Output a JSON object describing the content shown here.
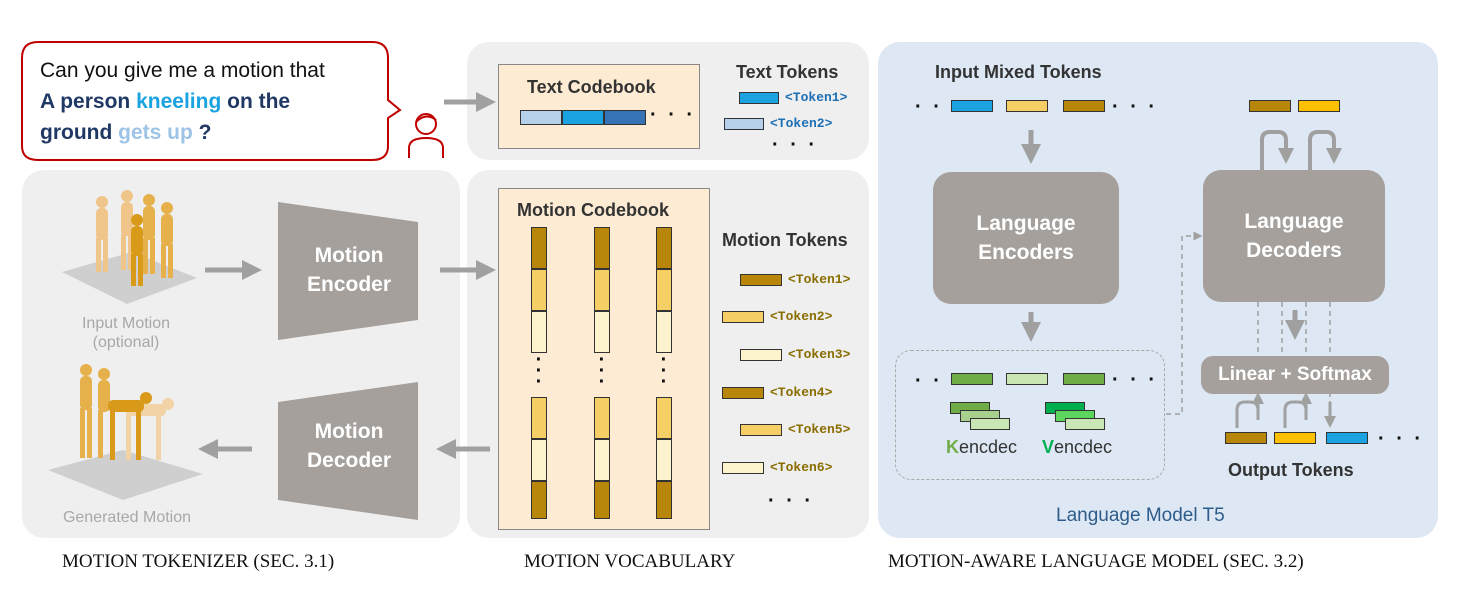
{
  "prompt": {
    "line1": "Can you give me a motion that",
    "line2a": "A person ",
    "line2b": "kneeling",
    "line2c": " on the",
    "line3a": "ground ",
    "line3b": "gets up",
    "line3c": " ?"
  },
  "text_codebook": {
    "title": "Text Codebook",
    "tokens_title": "Text Tokens",
    "tokens": [
      "<Token1>",
      "<Token2>"
    ],
    "ellipsis": "· · ·"
  },
  "tokenizer": {
    "input_label_1": "Input Motion",
    "input_label_2": "(optional)",
    "encoder_1": "Motion",
    "encoder_2": "Encoder",
    "decoder_1": "Motion",
    "decoder_2": "Decoder",
    "generated_label": "Generated Motion"
  },
  "vocabulary": {
    "codebook_title": "Motion Codebook",
    "tokens_title": "Motion Tokens",
    "tokens": [
      "<Token1>",
      "<Token2>",
      "<Token3>",
      "<Token4>",
      "<Token5>",
      "<Token6>"
    ],
    "ellipsis": "· · ·"
  },
  "language_model": {
    "input_title": "Input Mixed Tokens",
    "encoders_1": "Language",
    "encoders_2": "Encoders",
    "decoders_1": "Language",
    "decoders_2": "Decoders",
    "linear_softmax": "Linear + Softmax",
    "k_letter": "K",
    "k_rest": "encdec",
    "v_letter": "V",
    "v_rest": "encdec",
    "output_title": "Output Tokens",
    "model_name": "Language Model T5"
  },
  "captions": {
    "tokenizer": "MOTION TOKENIZER (SEC. 3.1)",
    "vocabulary": "MOTION VOCABULARY",
    "language_model": "MOTION-AWARE LANGUAGE MODEL (SEC. 3.2)"
  },
  "colors": {
    "prompt_border": "#c00000",
    "kneeling": "#1aa3e0",
    "gets_up": "#9dc3e6",
    "prompt_dark": "#1f3864",
    "panel_gray": "#efefef",
    "panel_blue": "#dde8f4",
    "block_gray": "#a6a09c",
    "codebook_bg": "#fdebd3",
    "token_gold": "#b8860b",
    "token_yellow": "#f5cf65",
    "token_cream": "#fdf3cc",
    "token_blue": "#1aa3e0"
  }
}
